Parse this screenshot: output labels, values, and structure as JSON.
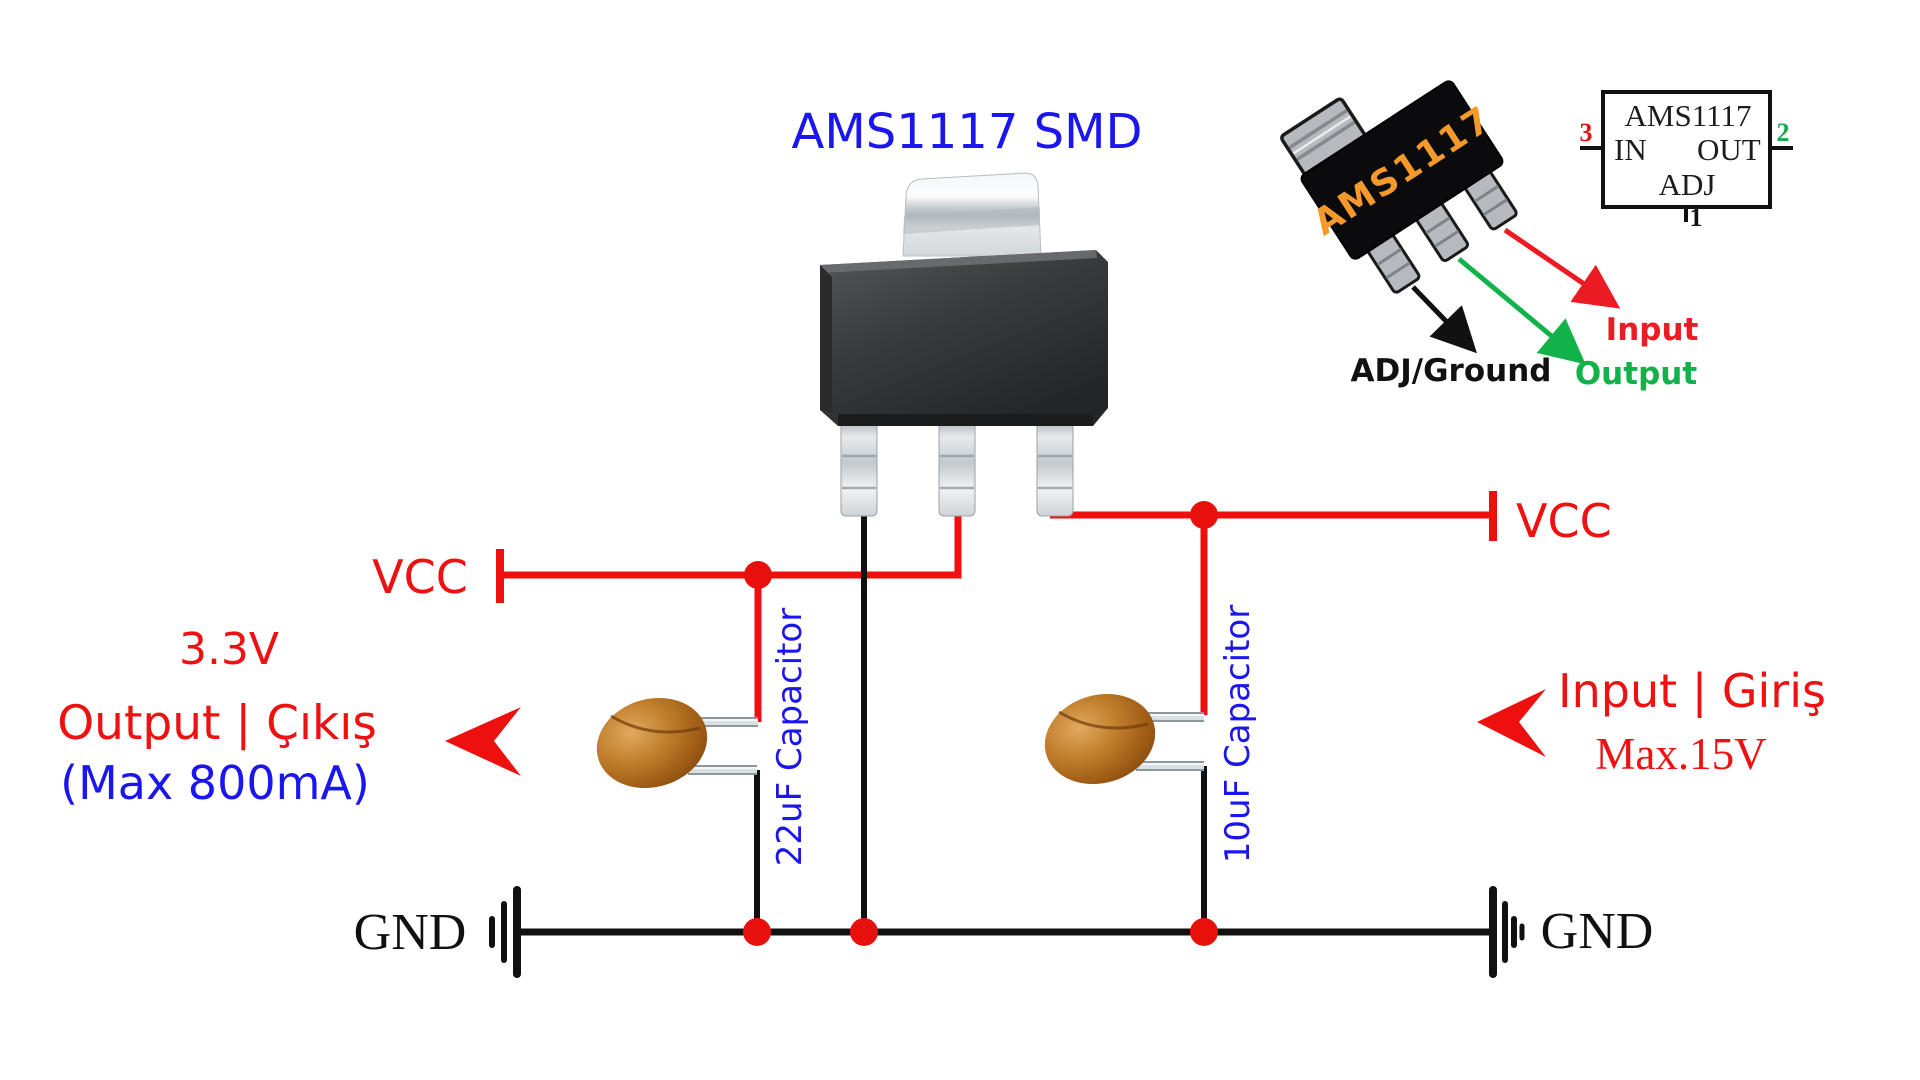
{
  "title": "AMS1117 SMD",
  "colors": {
    "wire_red": "#ee0f0f",
    "label_red": "#ee1111",
    "label_blue": "#1b16ee",
    "wire_black": "#111111",
    "callout_green": "#12b24a",
    "chip_marking_orange": "#f5992b",
    "pin3_red": "#e01616",
    "pin2_green": "#18a94c"
  },
  "inset": {
    "chip_marking": "AMS1117",
    "pin_callouts": {
      "adj": "ADJ/Ground",
      "output": "Output",
      "input": "Input"
    },
    "symbol": {
      "name": "AMS1117",
      "left_pin": "IN",
      "right_pin": "OUT",
      "bottom_pin": "ADJ",
      "pin3": "3",
      "pin2": "2",
      "pin1": "1"
    }
  },
  "left_rail": {
    "vcc": "VCC",
    "voltage": "3.3V",
    "role": "Output | Çıkış",
    "max_current": "(Max 800mA)",
    "gnd": "GND"
  },
  "right_rail": {
    "vcc": "VCC",
    "role": "Input | Giriş",
    "max_voltage": "Max.15V",
    "gnd": "GND"
  },
  "capacitors": {
    "output_cap": "22uF Capacitor",
    "input_cap": "10uF Capacitor"
  }
}
